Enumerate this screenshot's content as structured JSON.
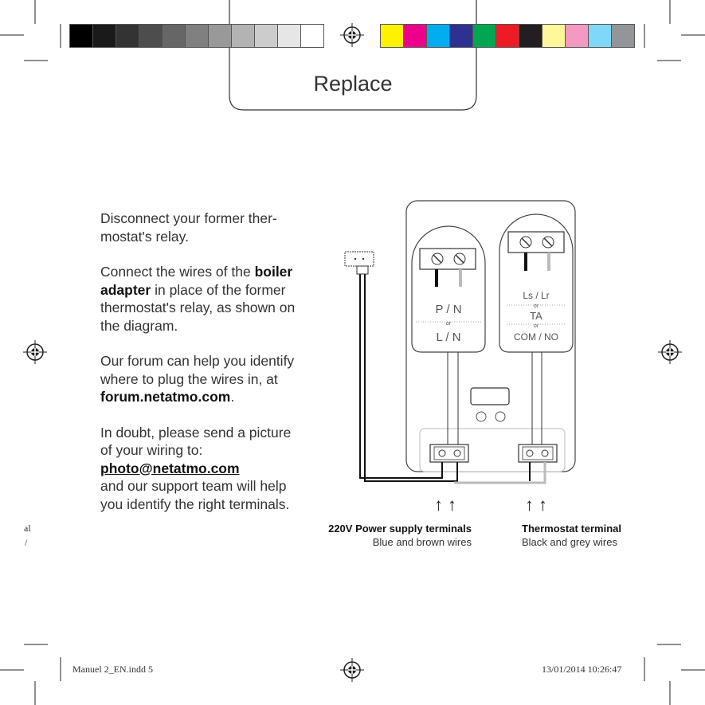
{
  "colors": {
    "gray_swatches": [
      "#000000",
      "#1a1a1a",
      "#333333",
      "#4d4d4d",
      "#666666",
      "#808080",
      "#999999",
      "#b3b3b3",
      "#cccccc",
      "#e6e6e6",
      "#ffffff"
    ],
    "color_swatches": [
      "#fff200",
      "#ec008c",
      "#00aeef",
      "#2e3192",
      "#00a651",
      "#ed1c24",
      "#231f20",
      "#fff799",
      "#f49ac1",
      "#7fd8f7",
      "#939598"
    ]
  },
  "tab": {
    "title": "Replace"
  },
  "instructions": {
    "p1": "Disconnect your former ther-mostat's relay.",
    "p2_before": "Connect the wires of the ",
    "p2_bold": "boiler adapter",
    "p2_after": " in place of the former thermostat's relay, as shown on the diagram.",
    "p3_before": "Our forum can help you identify where to plug the wires in, at ",
    "p3_bold": "forum.netatmo.com",
    "p3_after": ".",
    "p4_before": "In doubt, please send a picture of your wiring to:",
    "p4_email": "photo@netatmo.com",
    "p4_after": "and our support team will help you identify the right terminals."
  },
  "diagram": {
    "left_terminal": {
      "top": "P / N",
      "or": "or",
      "bottom": "L / N"
    },
    "right_terminal": {
      "line1": "Ls / Lr",
      "or1": "or",
      "line2": "TA",
      "or2": "or",
      "line3": "COM / NO"
    },
    "arrows": "↑ ↑"
  },
  "captions": {
    "power_title": "220V Power supply terminals",
    "power_sub": "Blue and brown wires",
    "thermo_title": "Thermostat terminal",
    "thermo_sub": "Black and grey wires"
  },
  "edge_text": {
    "line1": "al",
    "line2": "/"
  },
  "slug": {
    "file": "Manuel 2_EN.indd   5",
    "date": "13/01/2014   10:26:47"
  }
}
